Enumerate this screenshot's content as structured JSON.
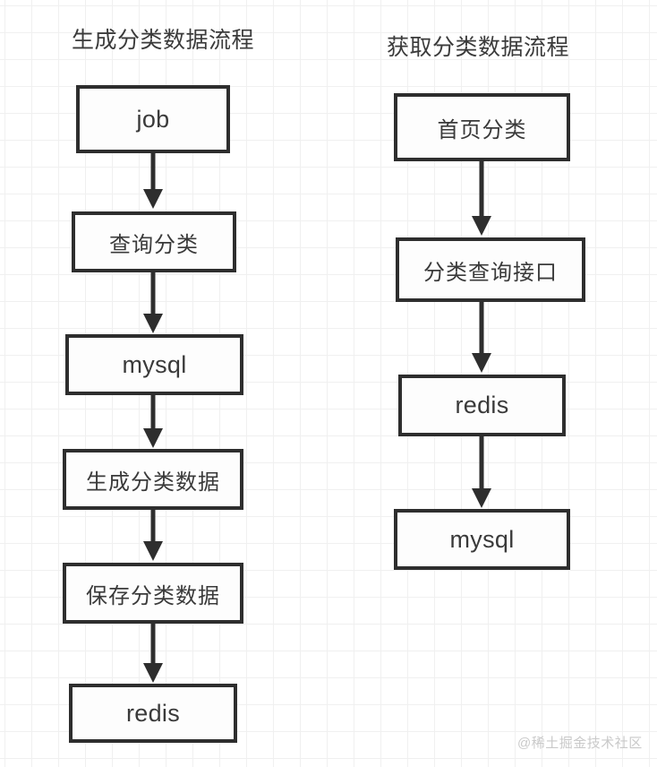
{
  "diagram": {
    "title_left": "生成分类数据流程",
    "title_right": "获取分类数据流程",
    "columns": [
      {
        "id": "generate-flow",
        "title": "生成分类数据流程",
        "nodes": [
          {
            "label": "job",
            "script": "latin"
          },
          {
            "label": "查询分类",
            "script": "cjk"
          },
          {
            "label": "mysql",
            "script": "latin"
          },
          {
            "label": "生成分类数据",
            "script": "cjk"
          },
          {
            "label": "保存分类数据",
            "script": "cjk"
          },
          {
            "label": "redis",
            "script": "latin"
          }
        ]
      },
      {
        "id": "fetch-flow",
        "title": "获取分类数据流程",
        "nodes": [
          {
            "label": "首页分类",
            "script": "cjk"
          },
          {
            "label": "分类查询接口",
            "script": "cjk"
          },
          {
            "label": "redis",
            "script": "latin"
          },
          {
            "label": "mysql",
            "script": "latin"
          }
        ]
      }
    ]
  },
  "watermark": {
    "text": "@稀土掘金技术社区"
  },
  "colors": {
    "node_border": "#2e2e2e",
    "node_fill": "#fdfdfd",
    "text": "#3a3a3a",
    "grid_line": "#f0f0f0",
    "background": "#ffffff",
    "watermark": "#c9c9c9"
  }
}
